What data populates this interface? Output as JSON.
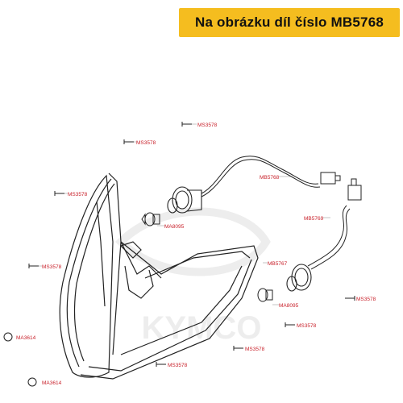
{
  "banner": {
    "text": "Na obrázku díl číslo MB5768"
  },
  "watermark": {
    "text": "KYMCO",
    "color": "#d8d8d8"
  },
  "label_color": "#c8202a",
  "labels": [
    "MS3578",
    "MS3578",
    "MS3578",
    "MB5768",
    "MB5769",
    "MA8095",
    "MS3578",
    "MB5767",
    "MA8095",
    "MS3578",
    "MA3614",
    "MS3578",
    "MS3578",
    "MA3614",
    "MS3578"
  ]
}
